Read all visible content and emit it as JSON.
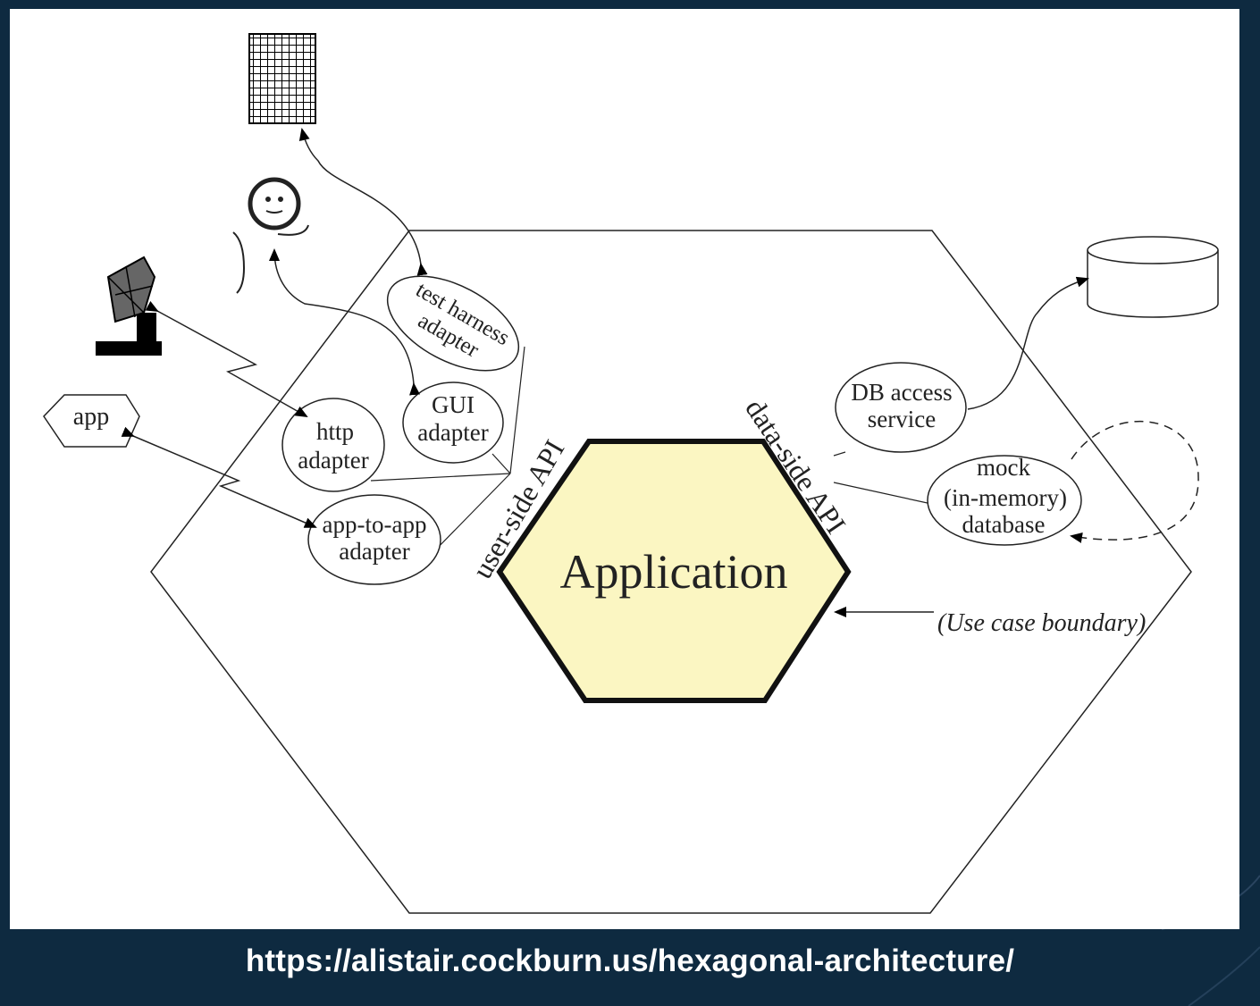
{
  "diagram": {
    "core_label": "Application",
    "api_labels": {
      "user_side": "user-side API",
      "data_side": "data-side API"
    },
    "adapters": {
      "test_harness": [
        "test harness",
        "adapter"
      ],
      "gui": [
        "GUI",
        "adapter"
      ],
      "http": [
        "http",
        "adapter"
      ],
      "app_to_app": [
        "app-to-app",
        "adapter"
      ],
      "db_access": [
        "DB access",
        "service"
      ],
      "mock_db": [
        "mock",
        "(in-memory)",
        "database"
      ]
    },
    "external_app_label": "app",
    "boundary_note": "(Use case boundary)",
    "core_fill": "#fbf6c2"
  },
  "footer": {
    "source_url": "https://alistair.cockburn.us/hexagonal-architecture/"
  }
}
